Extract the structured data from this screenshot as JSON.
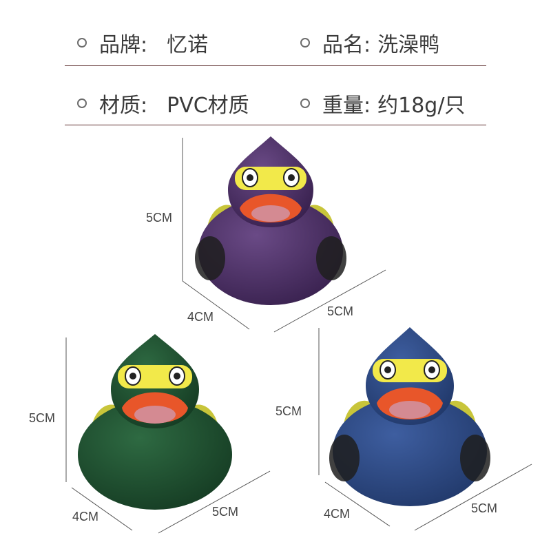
{
  "specs": {
    "brand_label": "品牌:",
    "brand_value": "忆诺",
    "name_label": "品名:",
    "name_value": "洗澡鸭",
    "material_label": "材质:",
    "material_value": "PVC材质",
    "weight_label": "重量:",
    "weight_value": "约18g/只"
  },
  "dimensions": {
    "top_height": "5CM",
    "top_depth": "4CM",
    "top_width": "5CM",
    "left_height": "5CM",
    "left_depth": "4CM",
    "left_width": "5CM",
    "right_height": "5CM",
    "right_depth": "4CM",
    "right_width": "5CM"
  },
  "ducks": [
    {
      "color": "purple",
      "body": "#4b2f63",
      "shade": "#2f1c3f"
    },
    {
      "color": "green",
      "body": "#1f5130",
      "shade": "#12331d"
    },
    {
      "color": "blue",
      "body": "#2f4b86",
      "shade": "#1c2d55"
    }
  ],
  "colors": {
    "mask": "#f2e94a",
    "beak": "#e8562a",
    "rule": "#5a2b2b"
  }
}
